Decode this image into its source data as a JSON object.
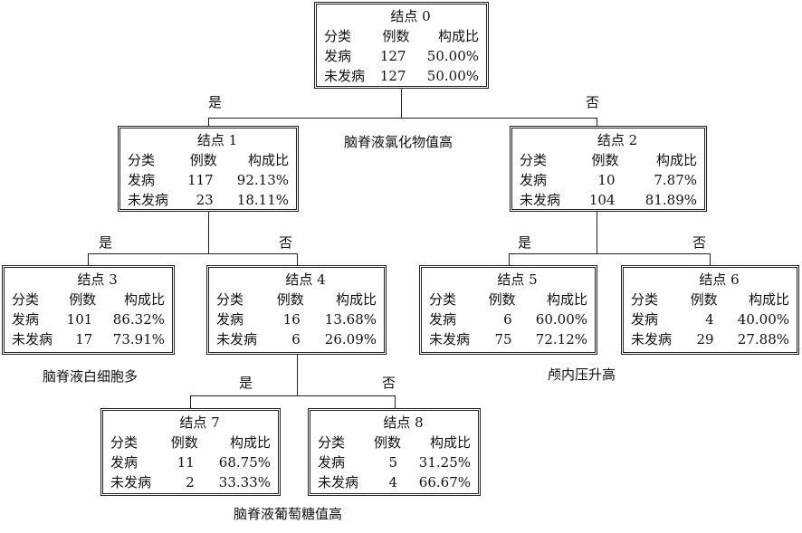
{
  "headers": {
    "category": "分类",
    "count": "例数",
    "ratio": "构成比"
  },
  "nodes": [
    {
      "title": "结点 0",
      "rows": [
        {
          "cat": "发病",
          "n": "127",
          "p": "50.00%"
        },
        {
          "cat": "未发病",
          "n": "127",
          "p": "50.00%"
        }
      ]
    },
    {
      "title": "结点 1",
      "rows": [
        {
          "cat": "发病",
          "n": "117",
          "p": "92.13%"
        },
        {
          "cat": "未发病",
          "n": "23",
          "p": "18.11%"
        }
      ]
    },
    {
      "title": "结点 2",
      "rows": [
        {
          "cat": "发病",
          "n": "10",
          "p": "7.87%"
        },
        {
          "cat": "未发病",
          "n": "104",
          "p": "81.89%"
        }
      ]
    },
    {
      "title": "结点 3",
      "rows": [
        {
          "cat": "发病",
          "n": "101",
          "p": "86.32%"
        },
        {
          "cat": "未发病",
          "n": "17",
          "p": "73.91%"
        }
      ]
    },
    {
      "title": "结点 4",
      "rows": [
        {
          "cat": "发病",
          "n": "16",
          "p": "13.68%"
        },
        {
          "cat": "未发病",
          "n": "6",
          "p": "26.09%"
        }
      ]
    },
    {
      "title": "结点 5",
      "rows": [
        {
          "cat": "发病",
          "n": "6",
          "p": "60.00%"
        },
        {
          "cat": "未发病",
          "n": "75",
          "p": "72.12%"
        }
      ]
    },
    {
      "title": "结点 6",
      "rows": [
        {
          "cat": "发病",
          "n": "4",
          "p": "40.00%"
        },
        {
          "cat": "未发病",
          "n": "29",
          "p": "27.88%"
        }
      ]
    },
    {
      "title": "结点 7",
      "rows": [
        {
          "cat": "发病",
          "n": "11",
          "p": "68.75%"
        },
        {
          "cat": "未发病",
          "n": "2",
          "p": "33.33%"
        }
      ]
    },
    {
      "title": "结点 8",
      "rows": [
        {
          "cat": "发病",
          "n": "5",
          "p": "31.25%"
        },
        {
          "cat": "未发病",
          "n": "4",
          "p": "66.67%"
        }
      ]
    }
  ],
  "splits": [
    {
      "variable": "脑脊液氯化物值高",
      "yes": "是",
      "no": "否"
    },
    {
      "variable": "脑脊液白细胞多",
      "yes": "是",
      "no": "否"
    },
    {
      "variable": "颅内压升高",
      "yes": "是",
      "no": "否"
    },
    {
      "variable": "脑脊液葡萄糖值高",
      "yes": "是",
      "no": "否"
    }
  ]
}
